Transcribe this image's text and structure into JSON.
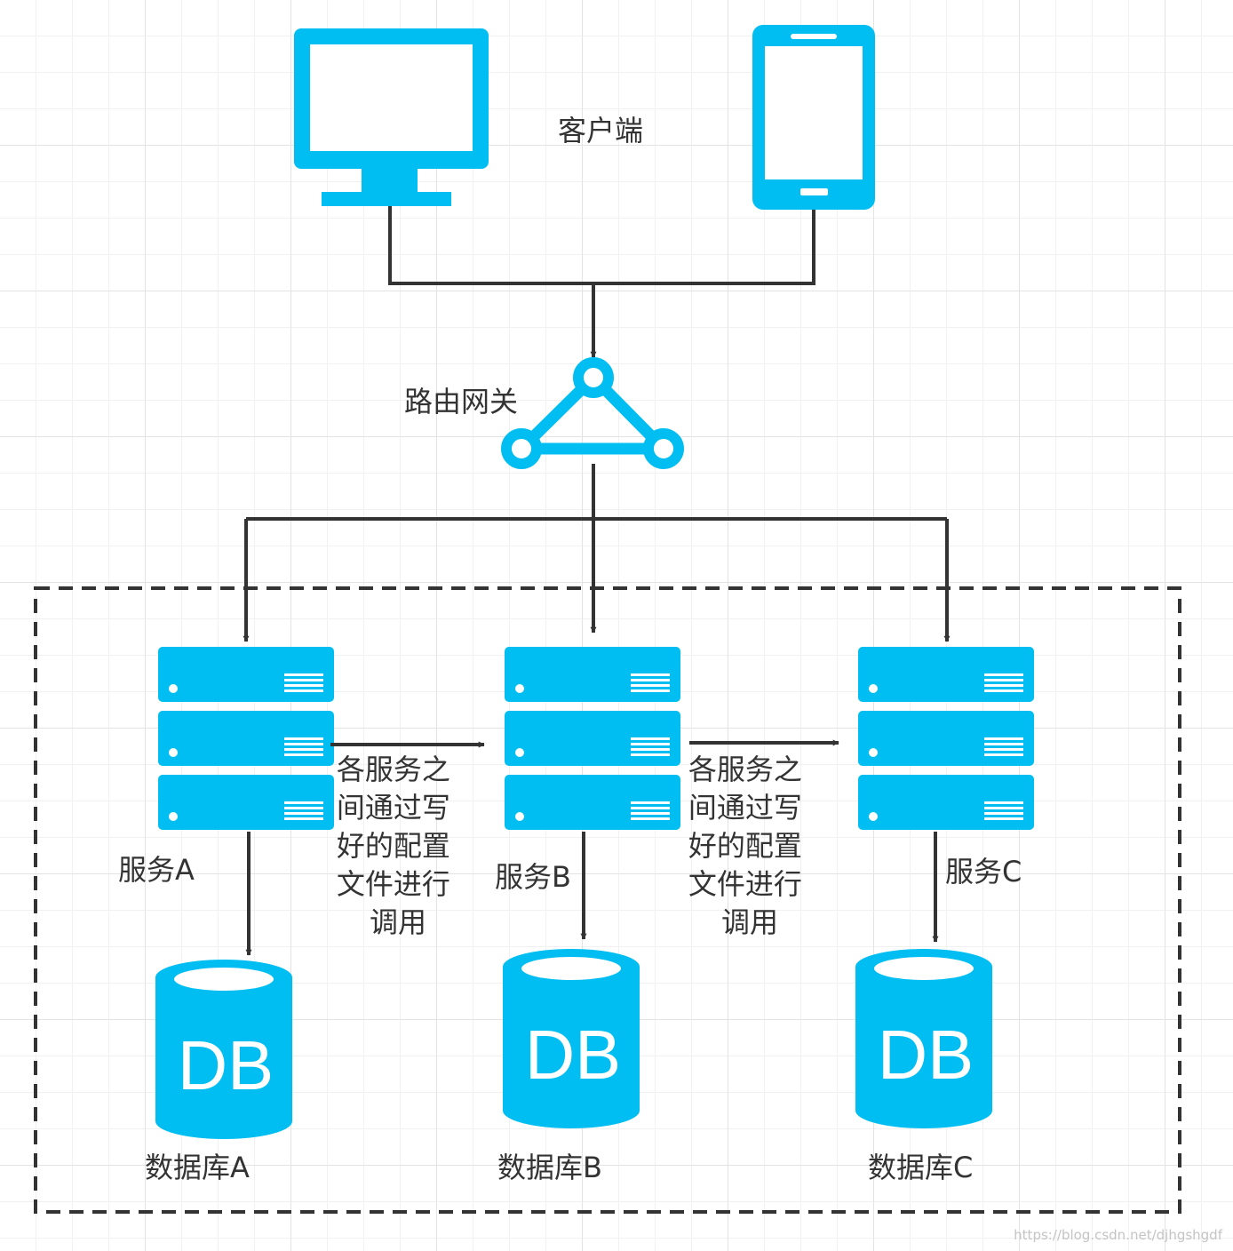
{
  "labels": {
    "client": "客户端",
    "gateway": "路由网关",
    "service_a": "服务A",
    "service_b": "服务B",
    "service_c": "服务C",
    "db_a": "数据库A",
    "db_b": "数据库B",
    "db_c": "数据库C",
    "db_text": "DB",
    "call_note_lines": [
      "各服务之",
      "间通过写",
      "好的配置",
      "文件进行",
      "调用"
    ]
  },
  "watermark": "https://blog.csdn.net/djhgshgdf",
  "colors": {
    "accent": "#00BEF2",
    "line": "#333333",
    "text": "#333333"
  },
  "icons": [
    "monitor-icon",
    "phone-icon",
    "gateway-icon",
    "server-icon",
    "database-icon"
  ]
}
